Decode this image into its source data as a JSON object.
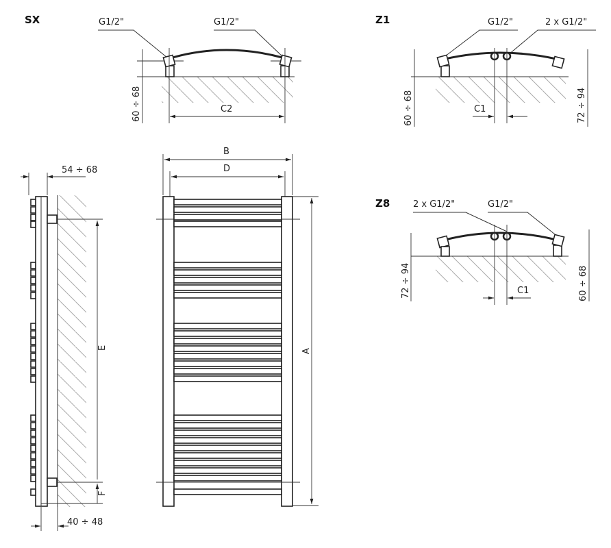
{
  "variants": {
    "sx": {
      "title": "SX",
      "conn_left": "G1/2\"",
      "conn_right": "G1/2\"",
      "wall_dim": "60 ÷ 68",
      "spacing": "C2"
    },
    "z1": {
      "title": "Z1",
      "conn_left": "G1/2\"",
      "conn_right": "2 x G1/2\"",
      "wall_dim_left": "60 ÷ 68",
      "wall_dim_right": "72 ÷ 94",
      "spacing": "C1"
    },
    "z8": {
      "title": "Z8",
      "conn_left": "2 x G1/2\"",
      "conn_right": "G1/2\"",
      "wall_dim_left": "72 ÷ 94",
      "wall_dim_right": "60 ÷ 68",
      "spacing": "C1"
    }
  },
  "side_view": {
    "top_dim": "54 ÷ 68",
    "bottom_dim": "40 ÷ 48",
    "height_e": "E",
    "height_f": "F"
  },
  "front_view": {
    "width_b": "B",
    "width_d": "D",
    "height_a": "A"
  }
}
